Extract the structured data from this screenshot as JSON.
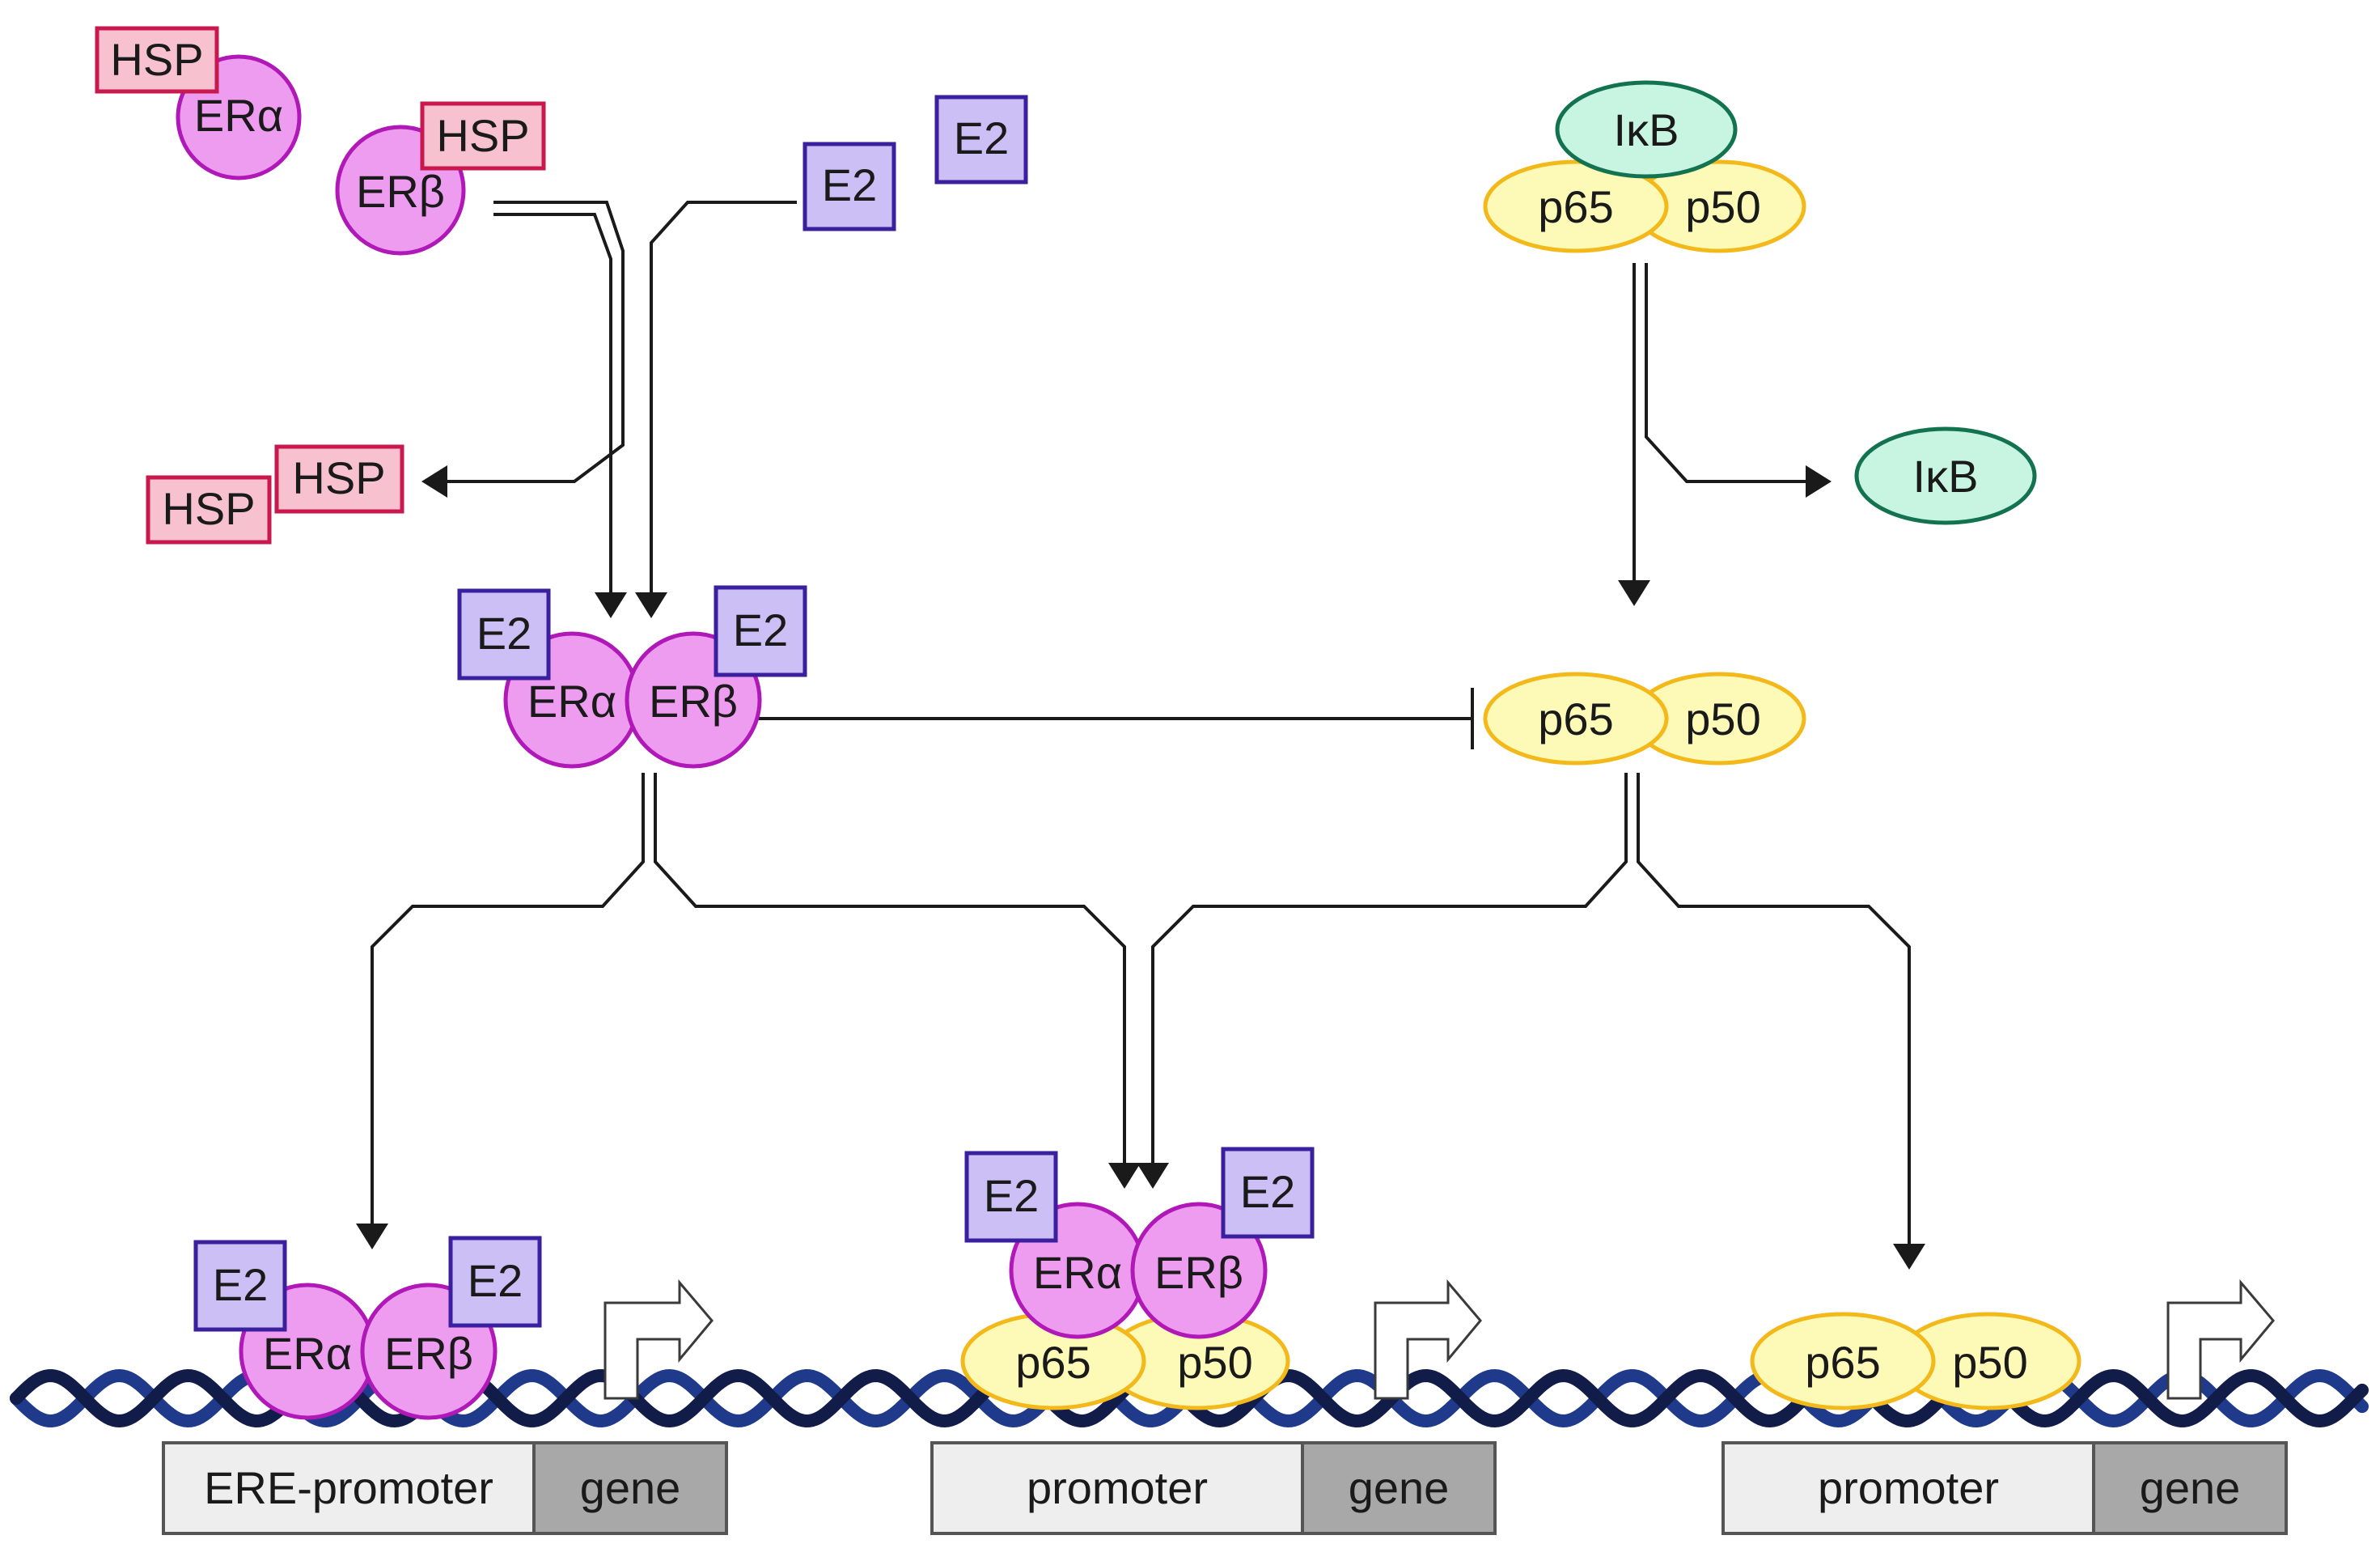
{
  "labels": {
    "hsp": "HSP",
    "er_alpha": "ERα",
    "er_beta": "ERβ",
    "e2": "E2",
    "ikb": "IκB",
    "p65": "p65",
    "p50": "p50",
    "ere_promoter": "ERE-promoter",
    "promoter": "promoter",
    "gene": "gene"
  },
  "colors": {
    "er_fill": "#ee9cf0",
    "er_stroke": "#b018b8",
    "e2_fill": "#cbbff6",
    "e2_stroke": "#3a1f9e",
    "hsp_fill": "#f7c1d0",
    "hsp_stroke": "#c8184e",
    "nfkb_fill": "#fdfab8",
    "nfkb_stroke": "#f3b81a",
    "ikb_fill": "#c8f5e2",
    "ikb_stroke": "#137350",
    "dna_primary": "#1f3a8a",
    "dna_secondary": "#111d48"
  }
}
